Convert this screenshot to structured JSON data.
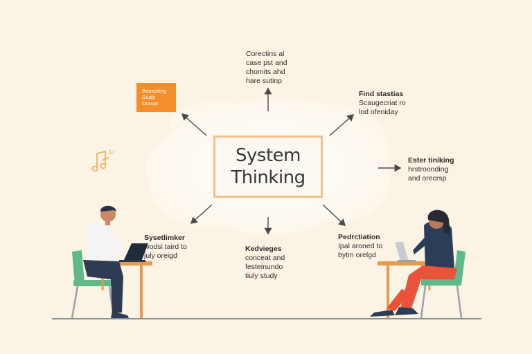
{
  "center": {
    "line1": "System",
    "line2": "Thinking"
  },
  "labels": {
    "top": [
      "Corectins al",
      "case pst and",
      "chomits ahd",
      "hare sutinp"
    ],
    "top_right": {
      "title": "Find stastias",
      "lines": [
        "Scaugecriat ro",
        "lod ofeniday"
      ]
    },
    "right": {
      "title": "Ester tiniking",
      "lines": [
        "hrstroonding",
        "and orecrsp"
      ]
    },
    "bottom_left": {
      "title": "Sysetlimker",
      "lines": [
        "wodsi taird to",
        "july oreigd"
      ]
    },
    "bottom_center": {
      "title": "Kedvieges",
      "lines": [
        "conceat and",
        "festeinundo",
        "tiuly study"
      ]
    },
    "bottom_right": {
      "title": "Pedrctiation",
      "lines": [
        "Ipal aroned to",
        "bytm orelgd"
      ]
    }
  },
  "orange_card": [
    "Beaspiting",
    "Study",
    "Ourupt"
  ],
  "music_label": "Lr",
  "colors": {
    "background": "#fbf3e4",
    "blob": "#ffffff",
    "center_border": "#f4c08a",
    "accent_orange": "#f38f2a",
    "chair_green": "#5fb98a",
    "desk_wood": "#e59a4f",
    "man_shirt": "#f4f4f4",
    "man_pants": "#2f3b52",
    "woman_top": "#2c3e57",
    "woman_pants": "#e8533a"
  },
  "icons": [
    "music-note-icon",
    "laptop-icon",
    "arrow-icon"
  ]
}
